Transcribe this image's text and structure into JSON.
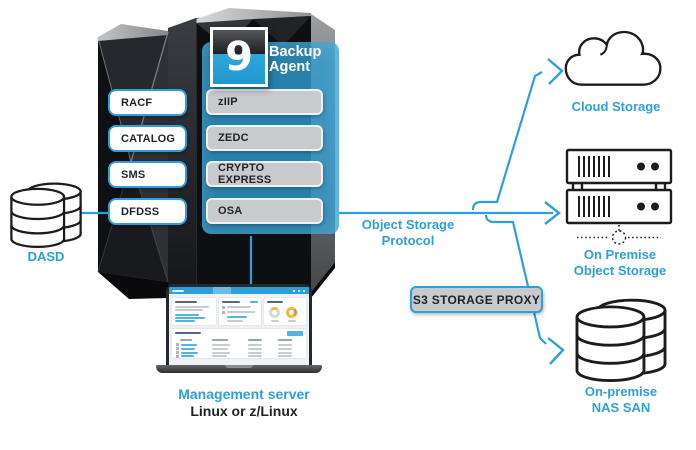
{
  "colors": {
    "accent": "#2e9fd9",
    "outline": "#1c1c1c",
    "pill_gray": "#c9cacc",
    "dark_text": "#1f2328"
  },
  "mainframe": {
    "system_labels": [
      "RACF",
      "CATALOG",
      "SMS",
      "DFDSS"
    ],
    "backup_agent": {
      "logo_number": "9",
      "title": "Backup Agent",
      "features": [
        "zIIP",
        "ZEDC",
        "CRYPTO EXPRESS",
        "OSA"
      ]
    }
  },
  "storage": {
    "dasd_label": "DASD"
  },
  "management_server": {
    "title": "Management server",
    "os": "Linux or z/Linux"
  },
  "connections": {
    "protocol_line1": "Object Storage",
    "protocol_line2": "Protocol",
    "proxy_label": "S3 STORAGE PROXY"
  },
  "destinations": {
    "cloud_label": "Cloud Storage",
    "on_premise_object_line1": "On Premise",
    "on_premise_object_line2": "Object Storage",
    "nas_line1": "On-premise",
    "nas_line2": "NAS SAN"
  }
}
